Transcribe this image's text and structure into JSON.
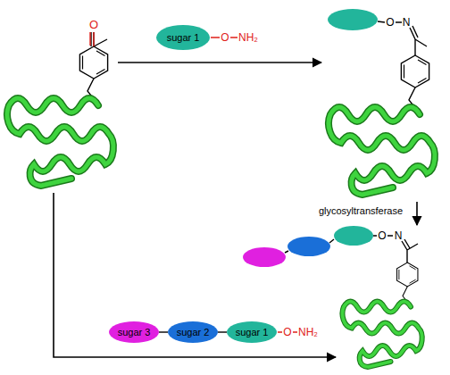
{
  "diagram": {
    "nodes": [
      {
        "text": [
          "sugar 1"
        ]
      },
      {
        "text": [
          "sugar 3"
        ]
      },
      {
        "text": [
          "sugar 2"
        ]
      },
      {
        "text": [
          "sugar 1"
        ]
      }
    ],
    "edges": [
      {
        "from": 1,
        "to": 2,
        "arrow": "none"
      },
      {
        "from": 2,
        "to": 3,
        "arrow": "none"
      }
    ],
    "labels": [
      "O",
      "O",
      "NH₂",
      "O",
      "N",
      "glycosyltransferase",
      "O",
      "N",
      "O",
      "NH₂"
    ]
  }
}
